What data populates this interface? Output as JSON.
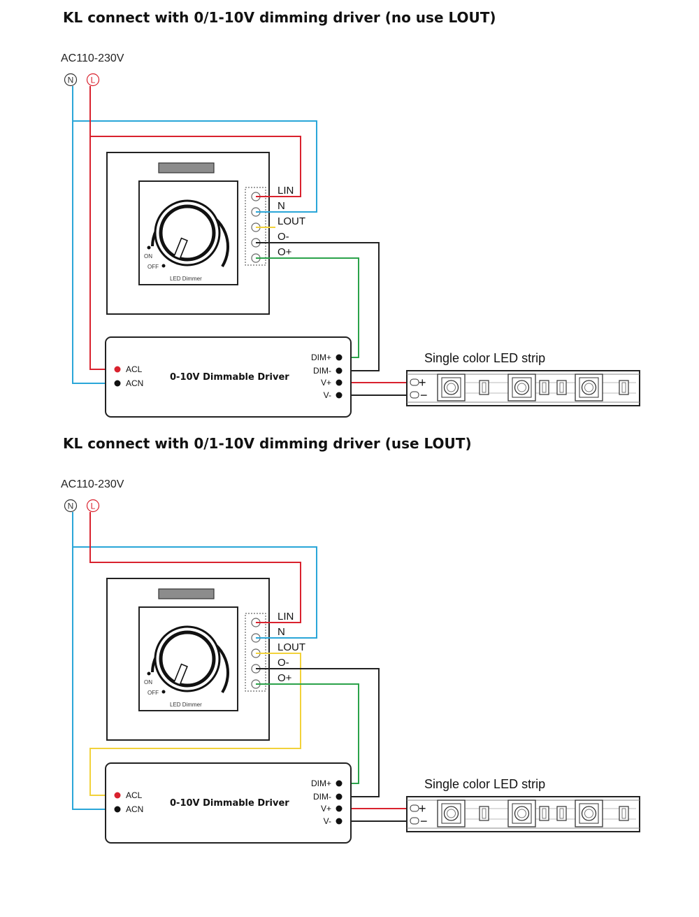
{
  "colors": {
    "neutral_wire": "#2aa6d8",
    "live_wire": "#d9222e",
    "lout_wire": "#f2d23a",
    "minus_wire": "#222222",
    "plus_wire": "#2ba24a",
    "outline": "#222222"
  },
  "diagrams": [
    {
      "title": "KL connect with 0/1-10V dimming driver (no use LOUT)",
      "supply_label": "AC110-230V",
      "n_symbol": "N",
      "l_symbol": "L",
      "dimmer": {
        "terminals": [
          "LIN",
          "N",
          "LOUT",
          "O-",
          "O+"
        ],
        "on_label": "ON",
        "off_label": "OFF",
        "name": "LED  Dimmer"
      },
      "driver": {
        "name": "0-10V Dimmable Driver",
        "input_labels": [
          "ACL",
          "ACN"
        ],
        "output_labels": [
          "DIM+",
          "DIM-",
          "V+",
          "V-"
        ]
      },
      "strip": {
        "label": "Single color LED strip",
        "plus": "+",
        "minus": "−"
      },
      "use_lout": false
    },
    {
      "title": "KL connect with 0/1-10V dimming driver (use LOUT)",
      "supply_label": "AC110-230V",
      "n_symbol": "N",
      "l_symbol": "L",
      "dimmer": {
        "terminals": [
          "LIN",
          "N",
          "LOUT",
          "O-",
          "O+"
        ],
        "on_label": "ON",
        "off_label": "OFF",
        "name": "LED  Dimmer"
      },
      "driver": {
        "name": "0-10V Dimmable Driver",
        "input_labels": [
          "ACL",
          "ACN"
        ],
        "output_labels": [
          "DIM+",
          "DIM-",
          "V+",
          "V-"
        ]
      },
      "strip": {
        "label": "Single color LED strip",
        "plus": "+",
        "minus": "−"
      },
      "use_lout": true
    }
  ]
}
